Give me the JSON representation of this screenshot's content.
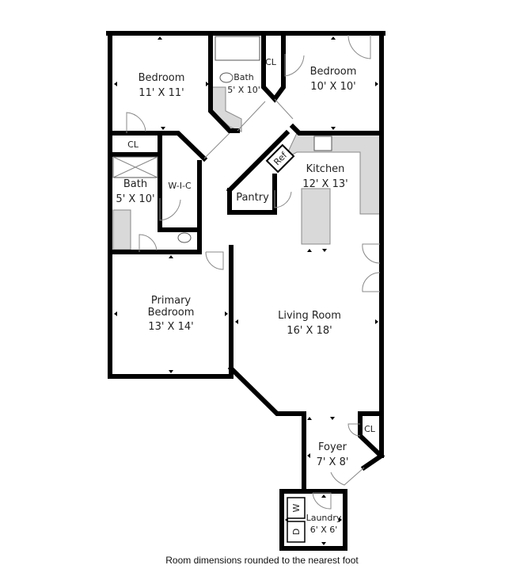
{
  "floorplan": {
    "rooms": [
      {
        "id": "bedroom-1",
        "name": "Bedroom",
        "dims": "11' X 11'"
      },
      {
        "id": "bath-1",
        "name": "Bath",
        "dims": "5' X 10'"
      },
      {
        "id": "closet-1",
        "name": "CL"
      },
      {
        "id": "bedroom-2",
        "name": "Bedroom",
        "dims": "10' X 10'"
      },
      {
        "id": "closet-2",
        "name": "CL"
      },
      {
        "id": "bath-2",
        "name": "Bath",
        "dims": "5' X 10'"
      },
      {
        "id": "walk-in-closet",
        "name": "W-I-C"
      },
      {
        "id": "pantry",
        "name": "Pantry"
      },
      {
        "id": "kitchen",
        "name": "Kitchen",
        "dims": "12' X 13'"
      },
      {
        "id": "primary-bedroom",
        "name": "Primary",
        "name2": "Bedroom",
        "dims": "13' X 14'"
      },
      {
        "id": "living-room",
        "name": "Living Room",
        "dims": "16' X 18'"
      },
      {
        "id": "foyer",
        "name": "Foyer",
        "dims": "7' X 8'"
      },
      {
        "id": "closet-3",
        "name": "CL"
      },
      {
        "id": "laundry",
        "name": "Laundry",
        "dims": "6' X 6'"
      }
    ],
    "appliances": {
      "refrigerator": "Ref",
      "washer": "W",
      "dryer": "D"
    }
  },
  "caption": "Room dimensions rounded to the nearest foot"
}
